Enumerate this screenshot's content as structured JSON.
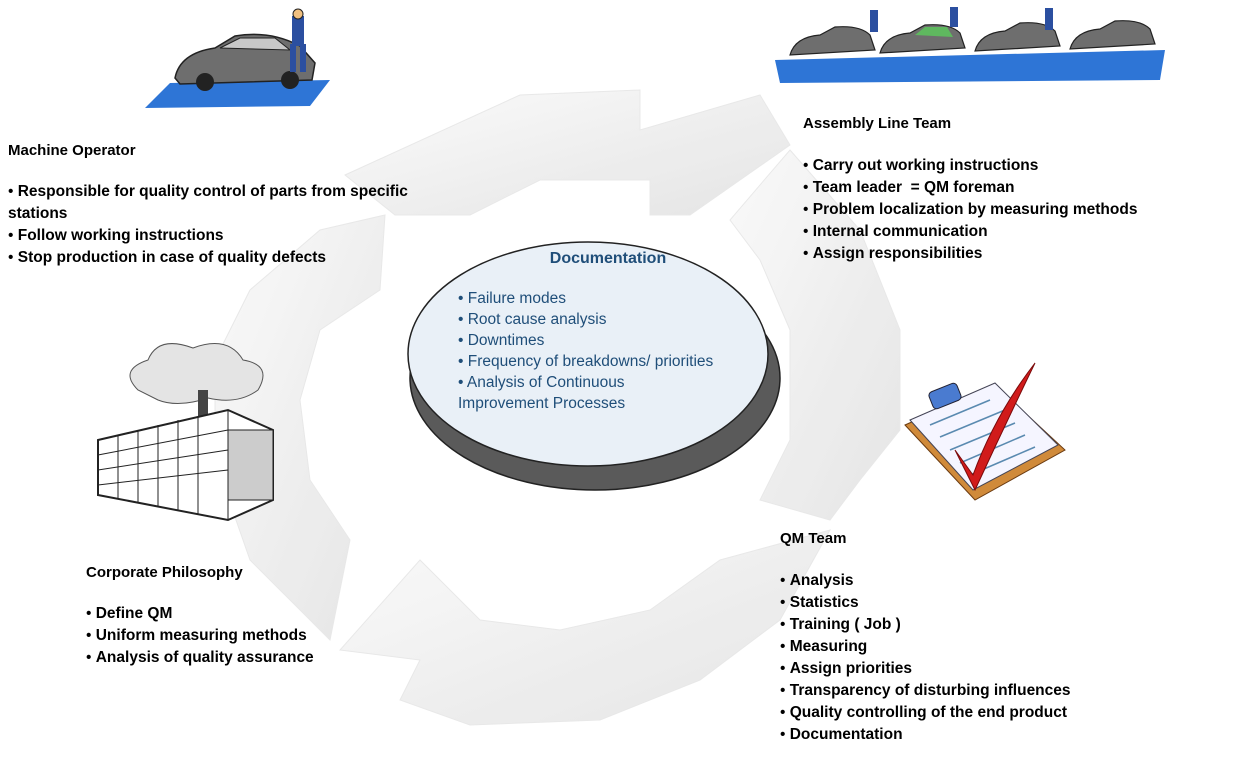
{
  "center": {
    "title": "Documentation",
    "items": [
      "Failure modes",
      "Root cause analysis",
      "Downtimes",
      "Frequency of breakdowns/ priorities",
      "Analysis of Continuous Improvement Processes"
    ]
  },
  "machine_operator": {
    "title": "Machine Operator",
    "items": [
      "Responsible for quality control of parts from specific stations",
      "Follow working instructions",
      "Stop production in case of quality defects"
    ]
  },
  "assembly_line_team": {
    "title": "Assembly Line Team",
    "items": [
      "Carry out working instructions",
      "Team leader  = QM foreman",
      "Problem localization by measuring methods",
      "Internal communication",
      "Assign responsibilities"
    ]
  },
  "corporate_philosophy": {
    "title": "Corporate Philosophy",
    "items": [
      "Define QM",
      "Uniform measuring methods",
      "Analysis of quality assurance"
    ]
  },
  "qm_team": {
    "title": "QM Team",
    "items": [
      "Analysis",
      "Statistics",
      "Training ( Job )",
      "Measuring",
      "Assign priorities",
      "Transparency of disturbing influences",
      "Quality controlling of the end product",
      "Documentation"
    ]
  },
  "icons": [
    "car-worker-icon",
    "assembly-line-cars-icon",
    "factory-icon",
    "checklist-clipboard-icon"
  ],
  "colors": {
    "ellipse_text": "#1f4e79",
    "platform_blue": "#2e75d6",
    "check_red": "#d11b1b"
  }
}
